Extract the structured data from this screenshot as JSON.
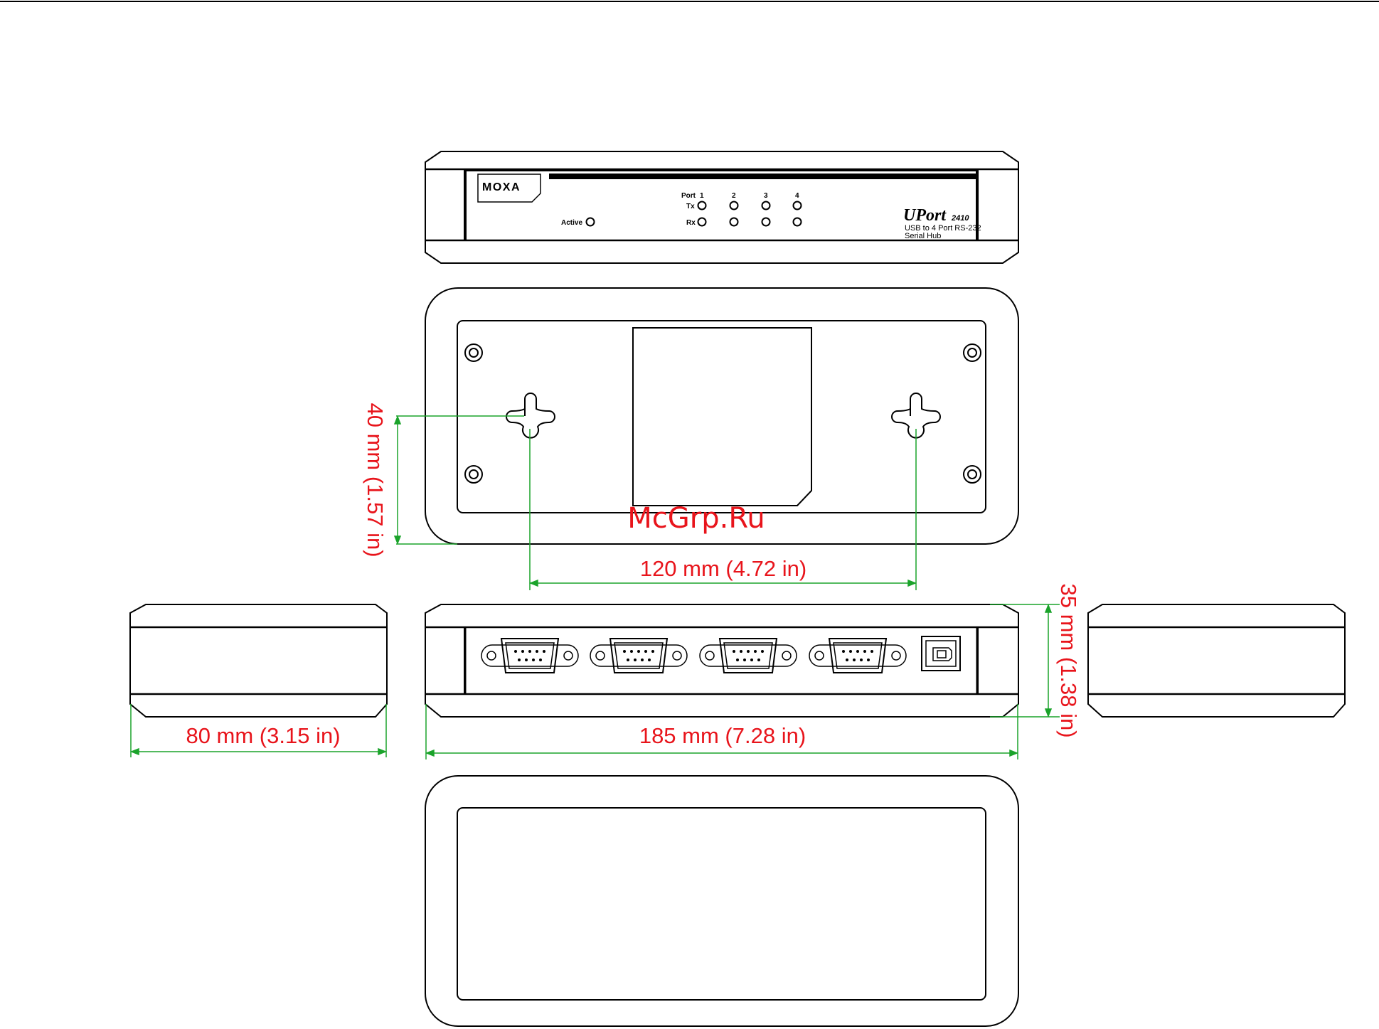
{
  "colors": {
    "outline": "#000000",
    "dimension_line": "#1aa32a",
    "dimension_text": "#e8141b",
    "watermark": "#e8141b"
  },
  "front_panel": {
    "brand_logo": "MOXA",
    "active_label": "Active",
    "port_label": "Port",
    "port_numbers": [
      "1",
      "2",
      "3",
      "4"
    ],
    "tx_label": "Tx",
    "rx_label": "Rx",
    "product_name": "UPort",
    "model_number": "2410",
    "description_line1": "USB to 4 Port RS-232",
    "description_line2": "Serial Hub"
  },
  "rear_panel": {
    "db9_connector_count": 4,
    "usb_connector_count": 1
  },
  "dimensions": {
    "keyhole_height": "40 mm (1.57 in)",
    "keyhole_spacing": "120 mm (4.72 in)",
    "depth": "80 mm (3.15 in)",
    "width": "185 mm (7.28 in)",
    "height": "35 mm (1.38 in)"
  },
  "watermark": "McGrp.Ru"
}
